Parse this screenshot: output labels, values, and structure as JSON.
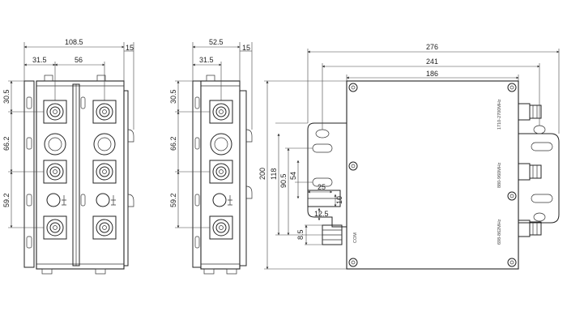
{
  "drawing": {
    "view_front_two_row": {
      "width_total": "108.5",
      "width_a": "31.5",
      "width_b": "56",
      "side_depth": "15",
      "height_top": "30.5",
      "height_mid": "66.2",
      "height_bottom": "59.2"
    },
    "view_front_one_row": {
      "width_total": "52.5",
      "width_a": "31.5",
      "side_depth": "15",
      "height_top": "30.5",
      "height_mid": "66.2",
      "height_bottom": "59.2"
    },
    "view_top": {
      "overall_length": "276",
      "mount_spacing": "241",
      "body_length": "186",
      "overall_height": "200",
      "mount_height": "118",
      "dim_905": "90.5",
      "dim_54": "54",
      "dim_25": "25",
      "dim_10": "10",
      "dim_85": "8.5",
      "dim_125": "12.5"
    },
    "port_labels": [
      "1710-2700MHz",
      "880-960MHz",
      "698-862MHz"
    ],
    "com_label": "COM"
  }
}
